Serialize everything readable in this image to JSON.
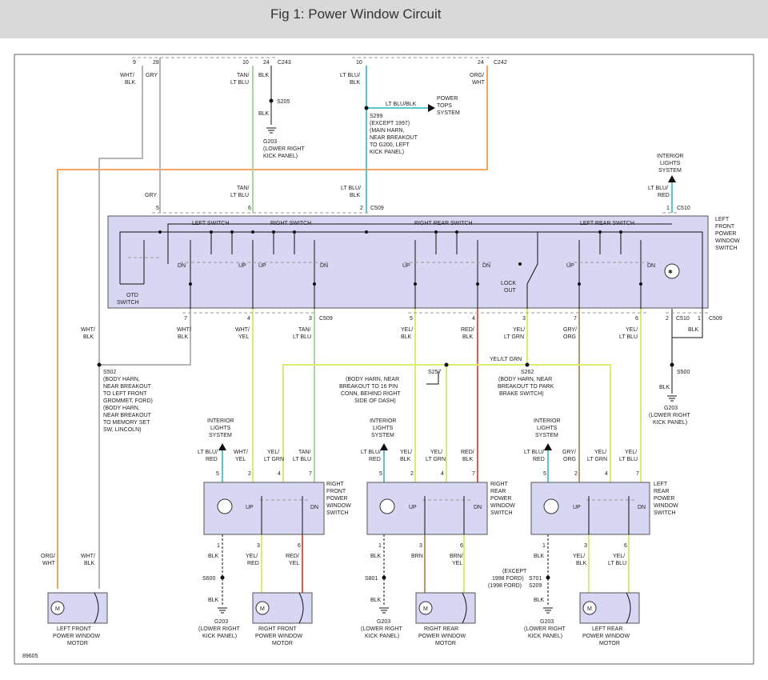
{
  "title": "Fig 1: Power Window Circuit",
  "figure_number": "89605",
  "wire_colors": {
    "orange": "#f4a45c",
    "gray": "#b5b5b5",
    "teal": "#59c8cc",
    "green": "#a8d8a0",
    "yellow": "#dcec70",
    "red": "#e05a4a",
    "brown": "#b89a6a",
    "black": "#222222"
  },
  "connectors": {
    "c243": "C243",
    "c242": "C242",
    "c509": "C509",
    "c510": "C510"
  },
  "top": {
    "pin_9": "9",
    "pin_28": "28",
    "pin_10a": "10",
    "pin_24a": "24",
    "pin_10b": "10",
    "pin_24b": "24",
    "wht_blk_1": "WHT/",
    "wht_blk_2": "BLK",
    "gry": "GRY",
    "tan_ltblu_1": "TAN/",
    "tan_ltblu_2": "LT BLU",
    "blk": "BLK",
    "ltblu_blk_1": "LT BLU/",
    "ltblu_blk_2": "BLK",
    "org_wht_1": "ORG/",
    "org_wht_2": "WHT",
    "s205": "S205",
    "blk2": "BLK",
    "g203": "G203",
    "g203_note_1": "(LOWER RIGHT",
    "g203_note_2": "KICK PANEL)",
    "ltblu_blk_branch": "LT BLU/BLK",
    "power_tops_1": "POWER",
    "power_tops_2": "TOPS",
    "power_tops_3": "SYSTEM",
    "s299": "S299",
    "s299_note": [
      "(EXCEPT 1997)",
      "(MAIN HARN,",
      "NEAR BREAKOUT",
      "TO G200, LEFT",
      "KICK PANEL)"
    ]
  },
  "switch_inputs": {
    "gry": "GRY",
    "pin5": "5",
    "tan_ltblu_1": "TAN/",
    "tan_ltblu_2": "LT BLU",
    "pin6": "6",
    "ltblu_blk_1": "LT BLU/",
    "ltblu_blk_2": "BLK",
    "pin2": "2",
    "interior_1": "INTERIOR",
    "interior_2": "LIGHTS",
    "interior_3": "SYSTEM",
    "ltblu_red_1": "LT BLU/",
    "ltblu_red_2": "RED",
    "pin1": "1"
  },
  "main_switch": {
    "left_switch": "LEFT SWITCH",
    "right_switch": "RIGHT SWITCH",
    "right_rear_switch": "RIGHT REAR SWITCH",
    "left_rear_switch": "LEFT REAR SWITCH",
    "otd_1": "OTD",
    "otd_2": "SWITCH",
    "lock_1": "LOCK",
    "lock_2": "OUT",
    "up": "UP",
    "dn": "DN",
    "name": [
      "LEFT",
      "FRONT",
      "POWER",
      "WINDOW",
      "SWITCH"
    ]
  },
  "outputs": {
    "p7": "7",
    "p4": "4",
    "p3": "3",
    "p5": "5",
    "p4b": "4",
    "p3b": "3",
    "p7b": "7",
    "p6": "6",
    "p2": "2",
    "p1": "1",
    "wht_blk_1": "WHT/",
    "wht_blk_2": "BLK",
    "wht_yel_1": "WHT/",
    "wht_yel_2": "YEL",
    "tan_ltblu_1": "TAN/",
    "tan_ltblu_2": "LT BLU",
    "yel_blk_1": "YEL/",
    "yel_blk_2": "BLK",
    "red_blk_1": "RED/",
    "red_blk_2": "BLK",
    "yel_ltgrn_1": "YEL/",
    "yel_ltgrn_2": "LT GRN",
    "gry_org_1": "GRY/",
    "gry_org_2": "ORG",
    "yel_ltblu_1": "YEL/",
    "yel_ltblu_2": "LT BLU",
    "blk": "BLK",
    "wht_blk_left_1": "WHT/",
    "wht_blk_left_2": "BLK",
    "s502": "S502",
    "s502_note": [
      "(BODY HARN,",
      "NEAR BREAKOUT",
      "TO LEFT FRONT",
      "GROMMET, FORD)",
      "(BODY HARN,",
      "NEAR BREAKOUT",
      "TO MEMORY SET",
      "SW, LINCOLN)"
    ],
    "yel_ltgrn_bus": "YEL/LT GRN",
    "s257": "S257",
    "s257_note": [
      "(BODY HARN, NEAR",
      "BREAKOUT TO 16 PIN",
      "CONN, BEHIND RIGHT",
      "SIDE OF DASH)"
    ],
    "s262": "S262",
    "s262_note": [
      "(BODY HARN, NEAR",
      "BREAKOUT TO PARK",
      "BRAKE SWITCH)"
    ],
    "s500": "S500",
    "blk2": "BLK",
    "g203": "G203",
    "g203_note_1": "(LOWER RIGHT",
    "g203_note_2": "KICK PANEL)"
  },
  "door_switches": [
    {
      "name": [
        "RIGHT",
        "FRONT",
        "POWER",
        "WINDOW",
        "SWITCH"
      ],
      "interior": [
        "INTERIOR",
        "LIGHTS",
        "SYSTEM"
      ],
      "in_wires": [
        [
          "LT BLU/",
          "RED"
        ],
        [
          "WHT/",
          "YEL"
        ],
        [
          "YEL/",
          "LT GRN"
        ],
        [
          "TAN/",
          "LT BLU"
        ]
      ],
      "in_pins": [
        "5",
        "2",
        "4",
        "7"
      ],
      "out_pins": [
        "1",
        "3",
        "6"
      ],
      "out_wires": [
        [
          "BLK",
          ""
        ],
        [
          "YEL/",
          "RED"
        ],
        [
          "RED/",
          "YEL"
        ]
      ],
      "splice": "S600",
      "splice_wire": "BLK",
      "ground": "G203",
      "ground_note": [
        "(LOWER RIGHT",
        "KICK PANEL)"
      ],
      "motor": [
        "RIGHT FRONT",
        "POWER WINDOW",
        "MOTOR"
      ]
    },
    {
      "name": [
        "RIGHT",
        "REAR",
        "POWER",
        "WINDOW",
        "SWITCH"
      ],
      "interior": [
        "INTERIOR",
        "LIGHTS",
        "SYSTEM"
      ],
      "in_wires": [
        [
          "LT BLU/",
          "RED"
        ],
        [
          "YEL/",
          "BLK"
        ],
        [
          "YEL/",
          "LT GRN"
        ],
        [
          "RED/",
          "BLK"
        ]
      ],
      "in_pins": [
        "5",
        "2",
        "4",
        "7"
      ],
      "out_pins": [
        "1",
        "3",
        "6"
      ],
      "out_wires": [
        [
          "BLK",
          ""
        ],
        [
          "BRN",
          ""
        ],
        [
          "BRN/",
          "YEL"
        ]
      ],
      "splice": "S801",
      "splice_wire": "BLK",
      "ground": "G203",
      "ground_note": [
        "(LOWER RIGHT",
        "KICK PANEL)"
      ],
      "motor": [
        "RIGHT REAR",
        "POWER WINDOW",
        "MOTOR"
      ]
    },
    {
      "name": [
        "LEFT",
        "REAR",
        "POWER",
        "WINDOW",
        "SWITCH"
      ],
      "interior": [
        "INTERIOR",
        "LIGHTS",
        "SYSTEM"
      ],
      "in_wires": [
        [
          "LT BLU/",
          "RED"
        ],
        [
          "GRY/",
          "ORG"
        ],
        [
          "YEL/",
          "LT GRN"
        ],
        [
          "YEL/",
          "LT BLU"
        ]
      ],
      "in_pins": [
        "5",
        "2",
        "4",
        "7"
      ],
      "out_pins": [
        "1",
        "3",
        "6"
      ],
      "out_wires": [
        [
          "BLK",
          ""
        ],
        [
          "YEL/",
          "BLK"
        ],
        [
          "YEL/",
          "LT BLU"
        ]
      ],
      "splice": "S701",
      "splice2": "S209",
      "splice_note": [
        "(EXCEPT",
        "1998 FORD)",
        "(1998 FORD)"
      ],
      "splice_wire": "BLK",
      "ground": "G203",
      "ground_note": [
        "(LOWER RIGHT",
        "KICK PANEL)"
      ],
      "motor": [
        "LEFT REAR",
        "POWER WINDOW",
        "MOTOR"
      ]
    }
  ],
  "left_front_motor": {
    "org_wht_1": "ORG/",
    "org_wht_2": "WHT",
    "wht_blk_1": "WHT/",
    "wht_blk_2": "BLK",
    "name": [
      "LEFT FRONT",
      "POWER WINDOW",
      "MOTOR"
    ],
    "m": "M"
  }
}
